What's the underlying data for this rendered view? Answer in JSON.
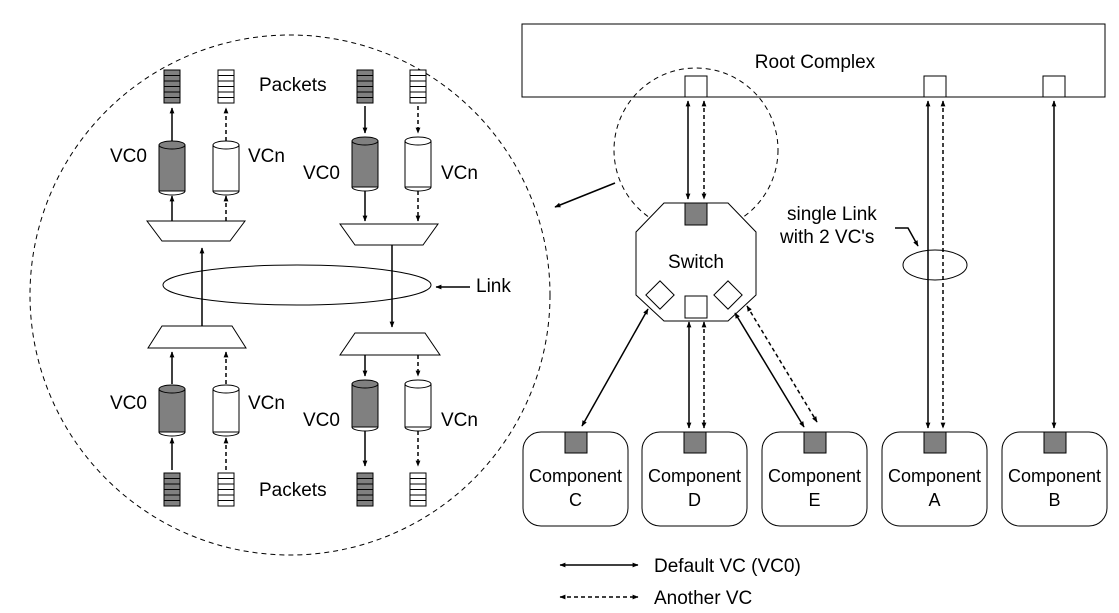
{
  "root_complex": {
    "label": "Root Complex"
  },
  "switch": {
    "label": "Switch"
  },
  "link_label": "Link",
  "single_link_note": {
    "line1": "single Link",
    "line2": "with 2 VC's"
  },
  "packets_label": "Packets",
  "vc_labels": {
    "default": "VC0",
    "other": "VCn"
  },
  "components": [
    {
      "line1": "Component",
      "line2": "C"
    },
    {
      "line1": "Component",
      "line2": "D"
    },
    {
      "line1": "Component",
      "line2": "E"
    },
    {
      "line1": "Component",
      "line2": "A"
    },
    {
      "line1": "Component",
      "line2": "B"
    }
  ],
  "legend": [
    {
      "label": "Default VC (VC0)",
      "style": "solid"
    },
    {
      "label": "Another VC",
      "style": "dashed"
    }
  ],
  "colors": {
    "filled": "#808080",
    "line": "#000000",
    "background": "#ffffff"
  }
}
